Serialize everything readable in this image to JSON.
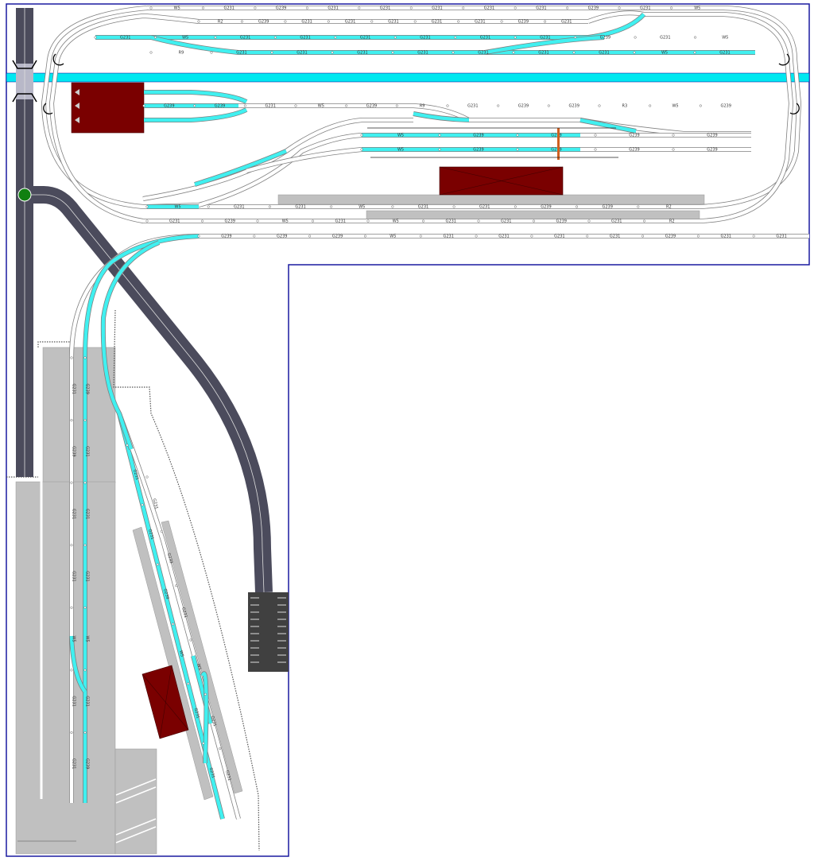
{
  "colors": {
    "border": "#1a1aa0",
    "water": "#00e8f0",
    "road": "#4b4b5c",
    "building": "#7a0000",
    "platform": "#c0c0c0",
    "track_active": "#40f0f0",
    "track_rail": "#808080",
    "signal_green": "#108010",
    "parking": "#404040"
  },
  "track_labels": {
    "row_top": [
      "W5",
      "G231",
      "G239",
      "G231",
      "G231",
      "G231",
      "G231",
      "G231",
      "G239",
      "G231",
      "W5"
    ],
    "row_2": [
      "R2",
      "G239",
      "G231",
      "G231",
      "G231",
      "G231",
      "G231",
      "G239",
      "G231"
    ],
    "row_3": [
      "G231",
      "W5",
      "G231",
      "G231",
      "G231",
      "G231",
      "G231",
      "G231",
      "G239",
      "G231",
      "W5"
    ],
    "row_4": [
      "R9",
      "G231",
      "G231",
      "G231",
      "G231",
      "G231",
      "G231",
      "G231",
      "W5",
      "G231"
    ],
    "row_5": [
      "G239",
      "G239",
      "G231",
      "W5",
      "G239",
      "R9",
      "G231",
      "G239",
      "G239",
      "R3",
      "W5",
      "G239"
    ],
    "row_6": [
      "W5",
      "G239",
      "G239",
      "G239",
      "G239"
    ],
    "row_7": [
      "W5",
      "G239",
      "G239",
      "G239",
      "G239"
    ],
    "row_8": [
      "W5",
      "G231",
      "G231",
      "W5",
      "G231",
      "G231",
      "G239",
      "G239",
      "R2"
    ],
    "row_9": [
      "G231",
      "G239",
      "W5",
      "G231",
      "W5",
      "G231",
      "G231",
      "G239",
      "G231",
      "R2"
    ],
    "row_10": [
      "G239",
      "G239",
      "G239",
      "W5",
      "G231",
      "G231",
      "G231",
      "G231",
      "G239",
      "G231",
      "G231"
    ],
    "col_1": [
      "G231",
      "G239",
      "G231",
      "G231",
      "W5",
      "G231",
      "G231"
    ],
    "col_2": [
      "G239",
      "G231",
      "G231",
      "G231",
      "W5",
      "G231",
      "G239"
    ],
    "diag_1": [
      "G231",
      "G231",
      "G239",
      "W5",
      "G231",
      "G231"
    ],
    "diag_2": [
      "G231",
      "G239",
      "G231",
      "W5",
      "G231",
      "G231"
    ]
  }
}
